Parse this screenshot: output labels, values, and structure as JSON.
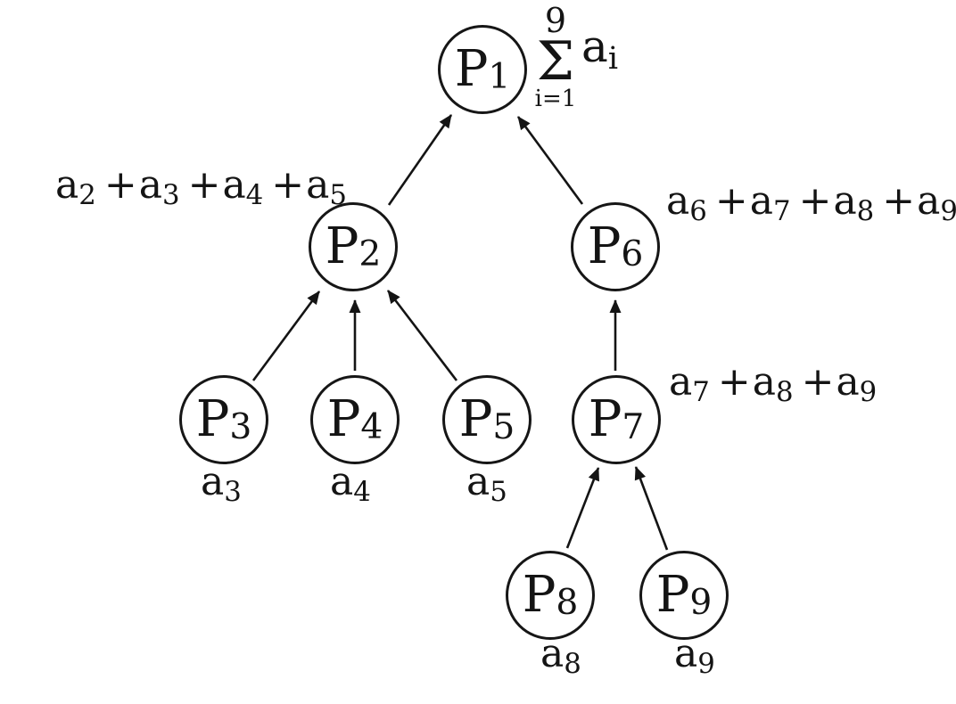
{
  "diagram": {
    "background_color": "#ffffff",
    "ink_color": "#141414",
    "nodes": [
      {
        "id": "P1",
        "base": "P",
        "sub": "1"
      },
      {
        "id": "P2",
        "base": "P",
        "sub": "2"
      },
      {
        "id": "P3",
        "base": "P",
        "sub": "3"
      },
      {
        "id": "P4",
        "base": "P",
        "sub": "4"
      },
      {
        "id": "P5",
        "base": "P",
        "sub": "5"
      },
      {
        "id": "P6",
        "base": "P",
        "sub": "6"
      },
      {
        "id": "P7",
        "base": "P",
        "sub": "7"
      },
      {
        "id": "P8",
        "base": "P",
        "sub": "8"
      },
      {
        "id": "P9",
        "base": "P",
        "sub": "9"
      }
    ],
    "root_sum": {
      "upper_limit": "9",
      "sigma": "Σ",
      "lower_limit": "i=1",
      "term": {
        "base": "a",
        "sub": "i"
      }
    },
    "partial_sums": {
      "p2": {
        "parts": [
          {
            "t": "a",
            "s": "2"
          },
          {
            "t": "+"
          },
          {
            "t": "a",
            "s": "3"
          },
          {
            "t": "+"
          },
          {
            "t": "a",
            "s": "4"
          },
          {
            "t": "+"
          },
          {
            "t": "a",
            "s": "5"
          }
        ]
      },
      "p6": {
        "parts": [
          {
            "t": "a",
            "s": "6"
          },
          {
            "t": "+"
          },
          {
            "t": "a",
            "s": "7"
          },
          {
            "t": "+"
          },
          {
            "t": "a",
            "s": "8"
          },
          {
            "t": "+"
          },
          {
            "t": "a",
            "s": "9"
          }
        ]
      },
      "p7": {
        "parts": [
          {
            "t": "a",
            "s": "7"
          },
          {
            "t": "+"
          },
          {
            "t": "a",
            "s": "8"
          },
          {
            "t": "+"
          },
          {
            "t": "a",
            "s": "9"
          }
        ]
      }
    },
    "leaf_values": {
      "p3": {
        "base": "a",
        "sub": "3"
      },
      "p4": {
        "base": "a",
        "sub": "4"
      },
      "p5": {
        "base": "a",
        "sub": "5"
      },
      "p8": {
        "base": "a",
        "sub": "8"
      },
      "p9": {
        "base": "a",
        "sub": "9"
      }
    },
    "edges": [
      {
        "from": "P3",
        "to": "P2"
      },
      {
        "from": "P4",
        "to": "P2"
      },
      {
        "from": "P5",
        "to": "P2"
      },
      {
        "from": "P2",
        "to": "P1"
      },
      {
        "from": "P6",
        "to": "P1"
      },
      {
        "from": "P7",
        "to": "P6"
      },
      {
        "from": "P8",
        "to": "P7"
      },
      {
        "from": "P9",
        "to": "P7"
      }
    ]
  }
}
